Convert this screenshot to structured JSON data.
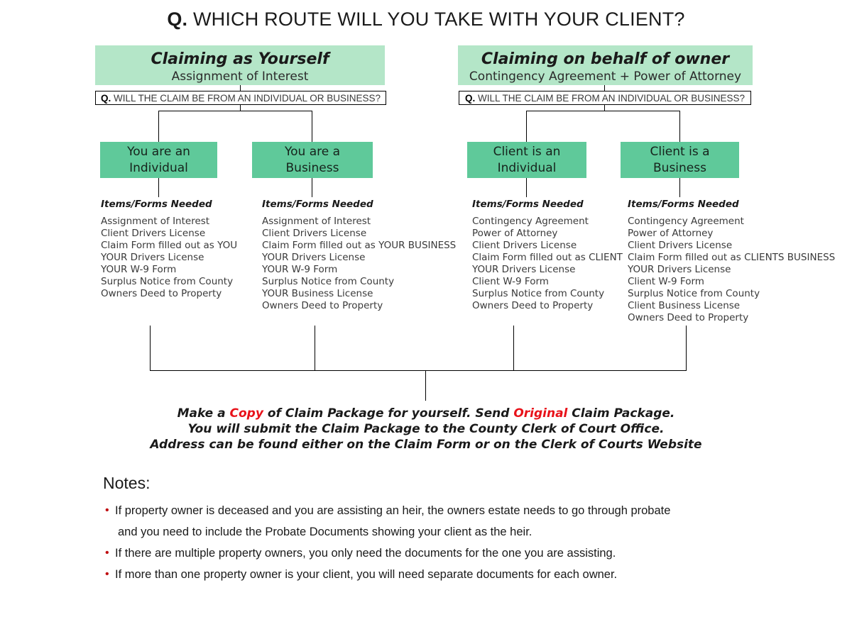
{
  "title": {
    "q": "Q.",
    "rest": " WHICH ROUTE WILL YOU TAKE WITH YOUR CLIENT?"
  },
  "colors": {
    "header_green": "#b4e6c8",
    "node_green": "#5fc99a",
    "accent_red": "#e8121a",
    "bullet_red": "#c00d10",
    "line_black": "#000000"
  },
  "routes": [
    {
      "header_title": "Claiming as Yourself",
      "header_sub": "Assignment of Interest",
      "question_q": "Q.",
      "question_text": " WILL THE CLAIM BE FROM AN INDIVIDUAL OR BUSINESS?",
      "branches": [
        {
          "box_line1": "You are an",
          "box_line2": "Individual",
          "items_heading": "Items/Forms Needed",
          "items": [
            "Assignment of Interest",
            "Client Drivers License",
            "Claim Form filled out as YOU",
            "YOUR Drivers License",
            "YOUR W-9 Form",
            "Surplus Notice from County",
            "Owners Deed to Property"
          ]
        },
        {
          "box_line1": "You are a",
          "box_line2": "Business",
          "items_heading": "Items/Forms Needed",
          "items": [
            "Assignment of Interest",
            "Client Drivers License",
            "Claim Form filled out as YOUR BUSINESS",
            "YOUR Drivers License",
            "YOUR W-9 Form",
            "Surplus Notice from County",
            "YOUR Business License",
            "Owners Deed to Property"
          ]
        }
      ]
    },
    {
      "header_title": "Claiming on behalf of owner",
      "header_sub": "Contingency Agreement + Power of Attorney",
      "question_q": "Q.",
      "question_text": " WILL THE CLAIM BE FROM AN INDIVIDUAL OR BUSINESS?",
      "branches": [
        {
          "box_line1": "Client is an",
          "box_line2": "Individual",
          "items_heading": "Items/Forms Needed",
          "items": [
            "Contingency Agreement",
            "Power of Attorney",
            "Client Drivers License",
            "Claim Form filled out as CLIENT",
            "YOUR Drivers License",
            "Client W-9 Form",
            "Surplus Notice from County",
            "Owners Deed to Property"
          ]
        },
        {
          "box_line1": "Client is a",
          "box_line2": "Business",
          "items_heading": "Items/Forms Needed",
          "items": [
            "Contingency Agreement",
            "Power of Attorney",
            "Client Drivers License",
            "Claim Form filled out as CLIENTS BUSINESS",
            "YOUR Drivers License",
            "Client W-9 Form",
            "Surplus Notice from County",
            "Client Business License",
            "Owners Deed to Property"
          ]
        }
      ]
    }
  ],
  "submit_note": {
    "line1_part1": "Make a ",
    "line1_hl1": "Copy",
    "line1_part2": " of Claim Package for yourself. Send ",
    "line1_hl2": "Original",
    "line1_part3": " Claim Package.",
    "line2": "You will submit the Claim Package to the County Clerk of Court Office.",
    "line3": "Address can be found either on the Claim Form or on the Clerk of Courts Website"
  },
  "notes": {
    "title": "Notes:",
    "bullet_glyph": "•",
    "items": [
      {
        "line1": "If property owner is deceased and you are assisting an heir, the owners estate needs to go through probate",
        "line2": "and you need to include the Probate Documents showing your client as the heir."
      },
      {
        "line1": "If there are multiple property owners, you only need the documents for the one you are assisting.",
        "line2": ""
      },
      {
        "line1": "If more than one property owner is your client, you will need separate documents for each owner.",
        "line2": ""
      }
    ]
  }
}
